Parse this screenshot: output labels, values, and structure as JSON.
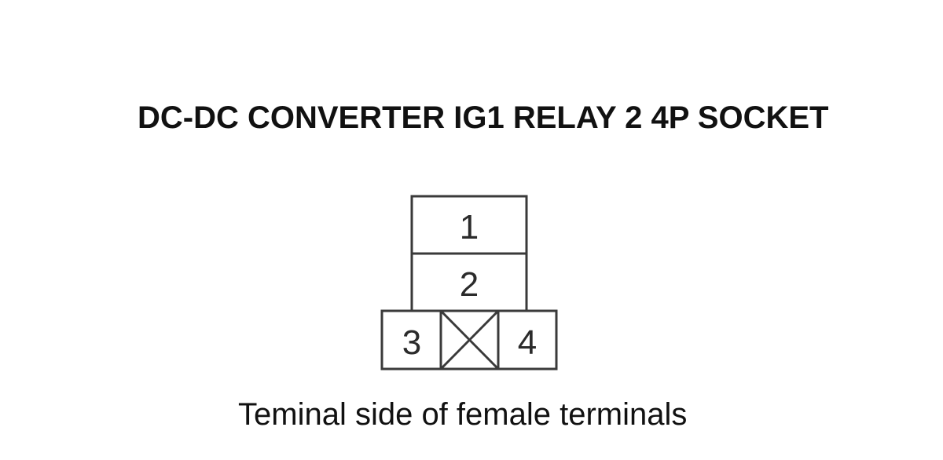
{
  "title": "DC-DC CONVERTER IG1 RELAY 2 4P SOCKET",
  "terminals": {
    "t1": "1",
    "t2": "2",
    "t3": "3",
    "t4": "4"
  },
  "caption": "Teminal side of female terminals",
  "colors": {
    "stroke": "#3a3a3a",
    "text": "#111111"
  }
}
